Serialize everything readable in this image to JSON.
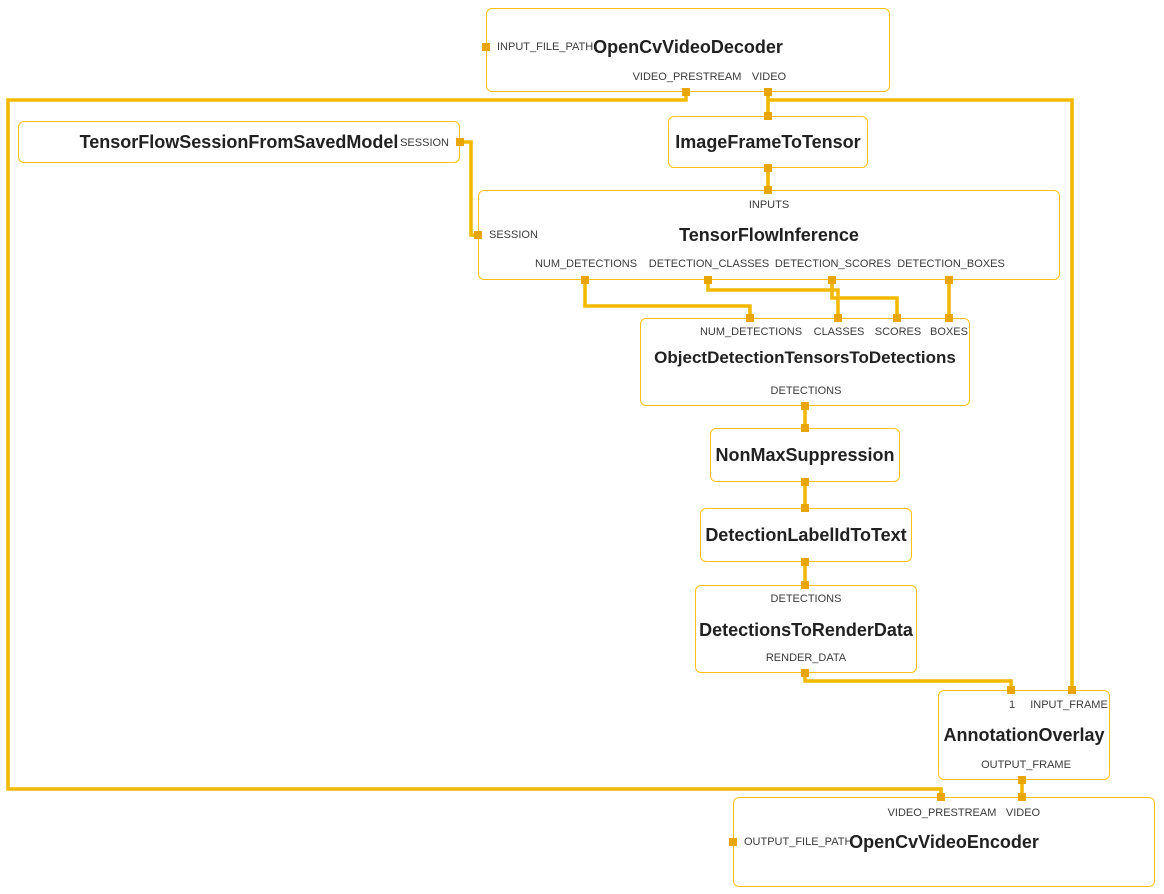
{
  "colors": {
    "edge": "#F3B800",
    "node_border": "#FCC018",
    "port": "#E9A602",
    "title_text": "#212121",
    "label_text": "#3A3A3A",
    "background": "#FFFFFF"
  },
  "nodes": {
    "decoder": {
      "title": "OpenCvVideoDecoder",
      "input_file_path": "INPUT_FILE_PATH",
      "video_prestream": "VIDEO_PRESTREAM",
      "video": "VIDEO"
    },
    "tfsession": {
      "title": "TensorFlowSessionFromSavedModel",
      "session": "SESSION"
    },
    "imageframe": {
      "title": "ImageFrameToTensor"
    },
    "inference": {
      "title": "TensorFlowInference",
      "inputs": "INPUTS",
      "session": "SESSION",
      "num_detections": "NUM_DETECTIONS",
      "detection_classes": "DETECTION_CLASSES",
      "detection_scores": "DETECTION_SCORES",
      "detection_boxes": "DETECTION_BOXES"
    },
    "objdet": {
      "title": "ObjectDetectionTensorsToDetections",
      "num_detections": "NUM_DETECTIONS",
      "classes": "CLASSES",
      "scores": "SCORES",
      "boxes": "BOXES",
      "detections": "DETECTIONS"
    },
    "nonmax": {
      "title": "NonMaxSuppression"
    },
    "labelid": {
      "title": "DetectionLabelIdToText"
    },
    "renderdata": {
      "title": "DetectionsToRenderData",
      "detections": "DETECTIONS",
      "render_data": "RENDER_DATA"
    },
    "annotation": {
      "title": "AnnotationOverlay",
      "input_index": "1",
      "input_frame": "INPUT_FRAME",
      "output_frame": "OUTPUT_FRAME"
    },
    "encoder": {
      "title": "OpenCvVideoEncoder",
      "video_prestream": "VIDEO_PRESTREAM",
      "video": "VIDEO",
      "output_file_path": "OUTPUT_FILE_PATH"
    }
  }
}
